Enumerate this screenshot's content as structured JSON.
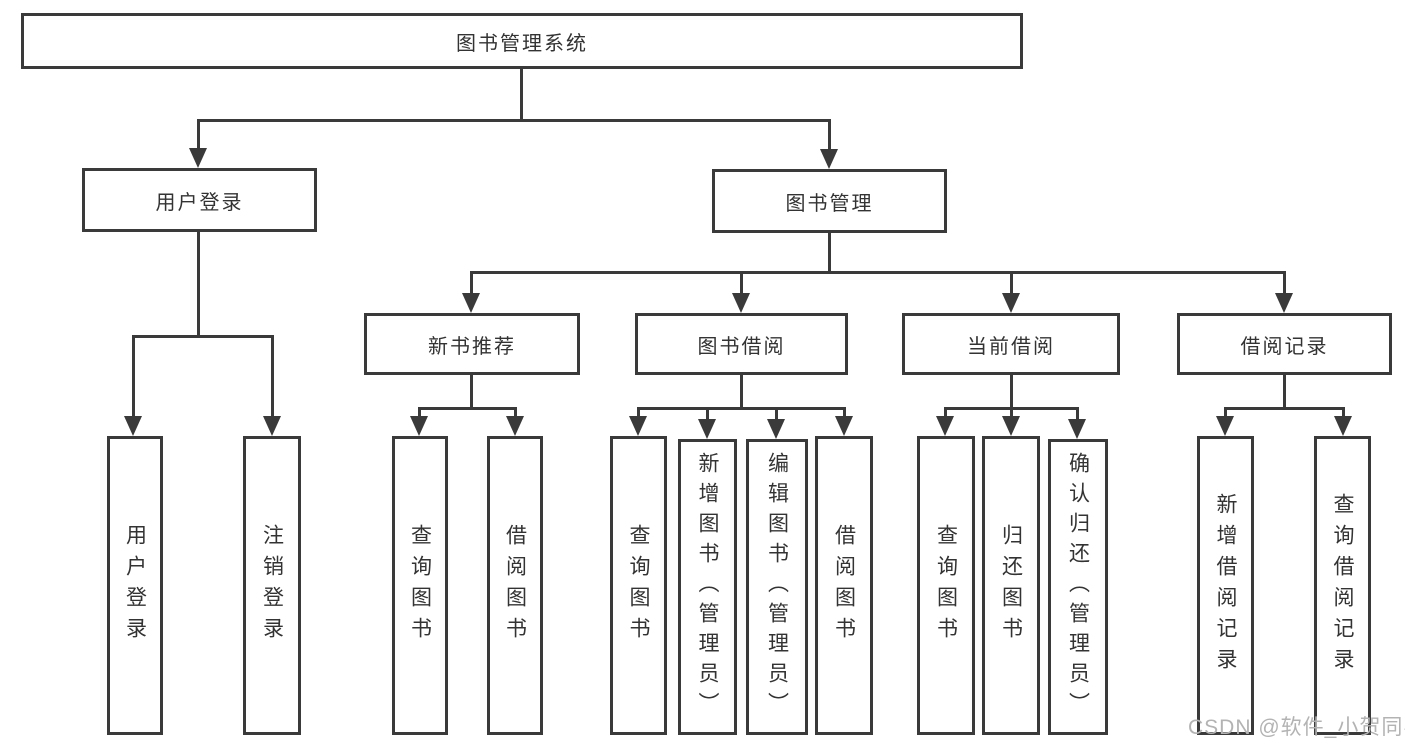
{
  "tree": {
    "root": {
      "label": "图书管理系统"
    },
    "branches": [
      {
        "label": "用户登录",
        "children": [
          {
            "label": "用户登录"
          },
          {
            "label": "注销登录"
          }
        ]
      },
      {
        "label": "图书管理",
        "children": [
          {
            "label": "新书推荐",
            "children": [
              {
                "label": "查询图书"
              },
              {
                "label": "借阅图书"
              }
            ]
          },
          {
            "label": "图书借阅",
            "children": [
              {
                "label": "查询图书"
              },
              {
                "label": "新增图书（管理员）"
              },
              {
                "label": "编辑图书（管理员）"
              },
              {
                "label": "借阅图书"
              }
            ]
          },
          {
            "label": "当前借阅",
            "children": [
              {
                "label": "查询图书"
              },
              {
                "label": "归还图书"
              },
              {
                "label": "确认归还（管理员）"
              }
            ]
          },
          {
            "label": "借阅记录",
            "children": [
              {
                "label": "新增借阅记录"
              },
              {
                "label": "查询借阅记录"
              }
            ]
          }
        ]
      }
    ]
  },
  "watermark": {
    "text": "CSDN @软件_小贺同学"
  },
  "colors": {
    "line": "#3a3a3a",
    "box_border": "#3a3a3a",
    "box_background": "#ffffff",
    "text": "#333333",
    "watermark_text": "#b3b3b3"
  }
}
